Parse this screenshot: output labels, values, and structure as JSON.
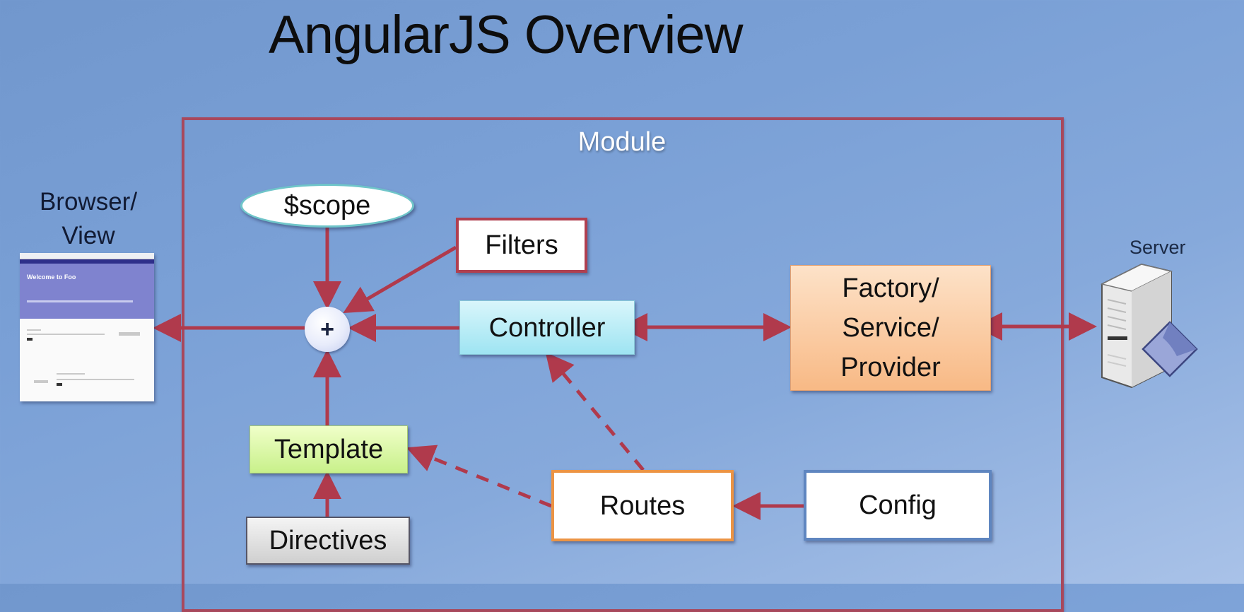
{
  "slide": {
    "title": "AngularJS Overview",
    "module_label": "Module"
  },
  "external": {
    "browser_label_line1": "Browser/",
    "browser_label_line2": "View",
    "browser_screenshot_heading": "Welcome to Foo",
    "server_label": "Server"
  },
  "nodes": {
    "scope": "$scope",
    "filters": "Filters",
    "combine": "+",
    "controller": "Controller",
    "factory_line1": "Factory/",
    "factory_line2": "Service/",
    "factory_line3": "Provider",
    "template": "Template",
    "directives": "Directives",
    "routes": "Routes",
    "config": "Config"
  },
  "edges": [
    {
      "from": "$scope",
      "to": "+",
      "style": "solid"
    },
    {
      "from": "Filters",
      "to": "+",
      "style": "solid"
    },
    {
      "from": "Controller",
      "to": "+",
      "style": "solid"
    },
    {
      "from": "Template",
      "to": "+",
      "style": "solid"
    },
    {
      "from": "+",
      "to": "Browser/View",
      "style": "solid"
    },
    {
      "from": "Controller",
      "to": "Factory/Service/Provider",
      "style": "solid",
      "bidirectional": true
    },
    {
      "from": "Factory/Service/Provider",
      "to": "Server",
      "style": "solid",
      "bidirectional": true
    },
    {
      "from": "Directives",
      "to": "Template",
      "style": "solid"
    },
    {
      "from": "Config",
      "to": "Routes",
      "style": "solid"
    },
    {
      "from": "Routes",
      "to": "Controller",
      "style": "dashed"
    },
    {
      "from": "Routes",
      "to": "Template",
      "style": "dashed"
    }
  ],
  "colors": {
    "connector": "#b03a4c",
    "module_border": "#a8485c",
    "background": "#7a9fd4"
  }
}
